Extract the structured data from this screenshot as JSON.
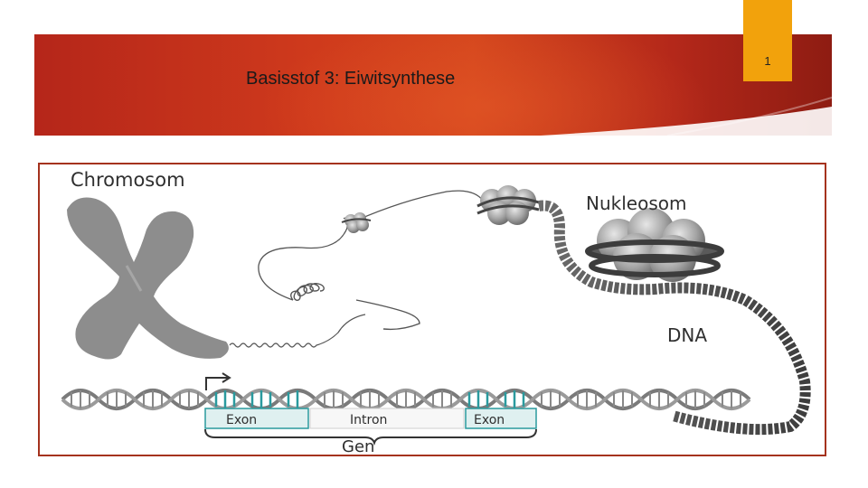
{
  "slide": {
    "title": "Basisstof 3: Eiwitsynthese",
    "page_number": "1"
  },
  "figure": {
    "labels": {
      "chromosome": "Chromosom",
      "nucleosome": "Nukleosom",
      "dna": "DNA",
      "exon_left": "Exon",
      "intron": "Intron",
      "exon_right": "Exon",
      "gene": "Gen"
    }
  },
  "colors": {
    "banner": "#c8321b",
    "page_tab": "#f2a20c",
    "frame_border": "#a5321e",
    "exon_highlight": "#2a9a9e"
  }
}
